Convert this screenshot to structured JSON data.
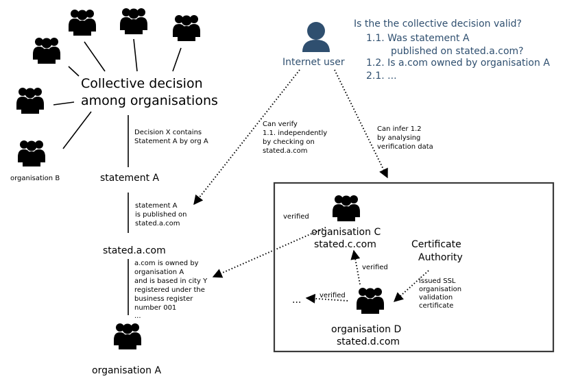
{
  "title": {
    "line1": "Collective decision",
    "line2": "among organisations"
  },
  "internet_user": {
    "label": "Internet user",
    "icon": "person-icon",
    "color": "#2f4f6f"
  },
  "questions": [
    "Is the the collective decision valid?",
    "1.1. Was statement A",
    "published on stated.a.com?",
    "1.2. Is a.com owned by organisation A",
    "2.1. ..."
  ],
  "organisation_b": {
    "label": "organisation B"
  },
  "decision_note": [
    "Decision X contains",
    "Statement A by org A"
  ],
  "statement_a": {
    "label": "statement A"
  },
  "published_note": [
    "statement A",
    "is published on",
    "stated.a.com"
  ],
  "stated_a": {
    "label": "stated.a.com"
  },
  "ownership_note": [
    "a.com is owned by",
    "organisation A",
    "and is based in city Y",
    "registered under the",
    "business register",
    "number 001",
    "..."
  ],
  "organisation_a": {
    "label": "organisation A"
  },
  "verify_note": [
    "Can verify",
    "1.1. independently",
    "by checking on",
    "stated.a.com"
  ],
  "infer_note": [
    "Can infer 1.2",
    "by analysing",
    "verification data"
  ],
  "box": {
    "organisation_c": {
      "line1": "organisation C",
      "line2": "stated.c.com"
    },
    "organisation_d": {
      "line1": "organisation D",
      "line2": "stated.d.com"
    },
    "ca": {
      "line1": "Certificate",
      "line2": "Authority"
    },
    "ca_note": [
      "issued SSL",
      "organisation",
      "validation",
      "certificate"
    ],
    "verified_c": "verified",
    "verified_cd": "verified",
    "verified_d": "verified",
    "ellipsis": "..."
  }
}
